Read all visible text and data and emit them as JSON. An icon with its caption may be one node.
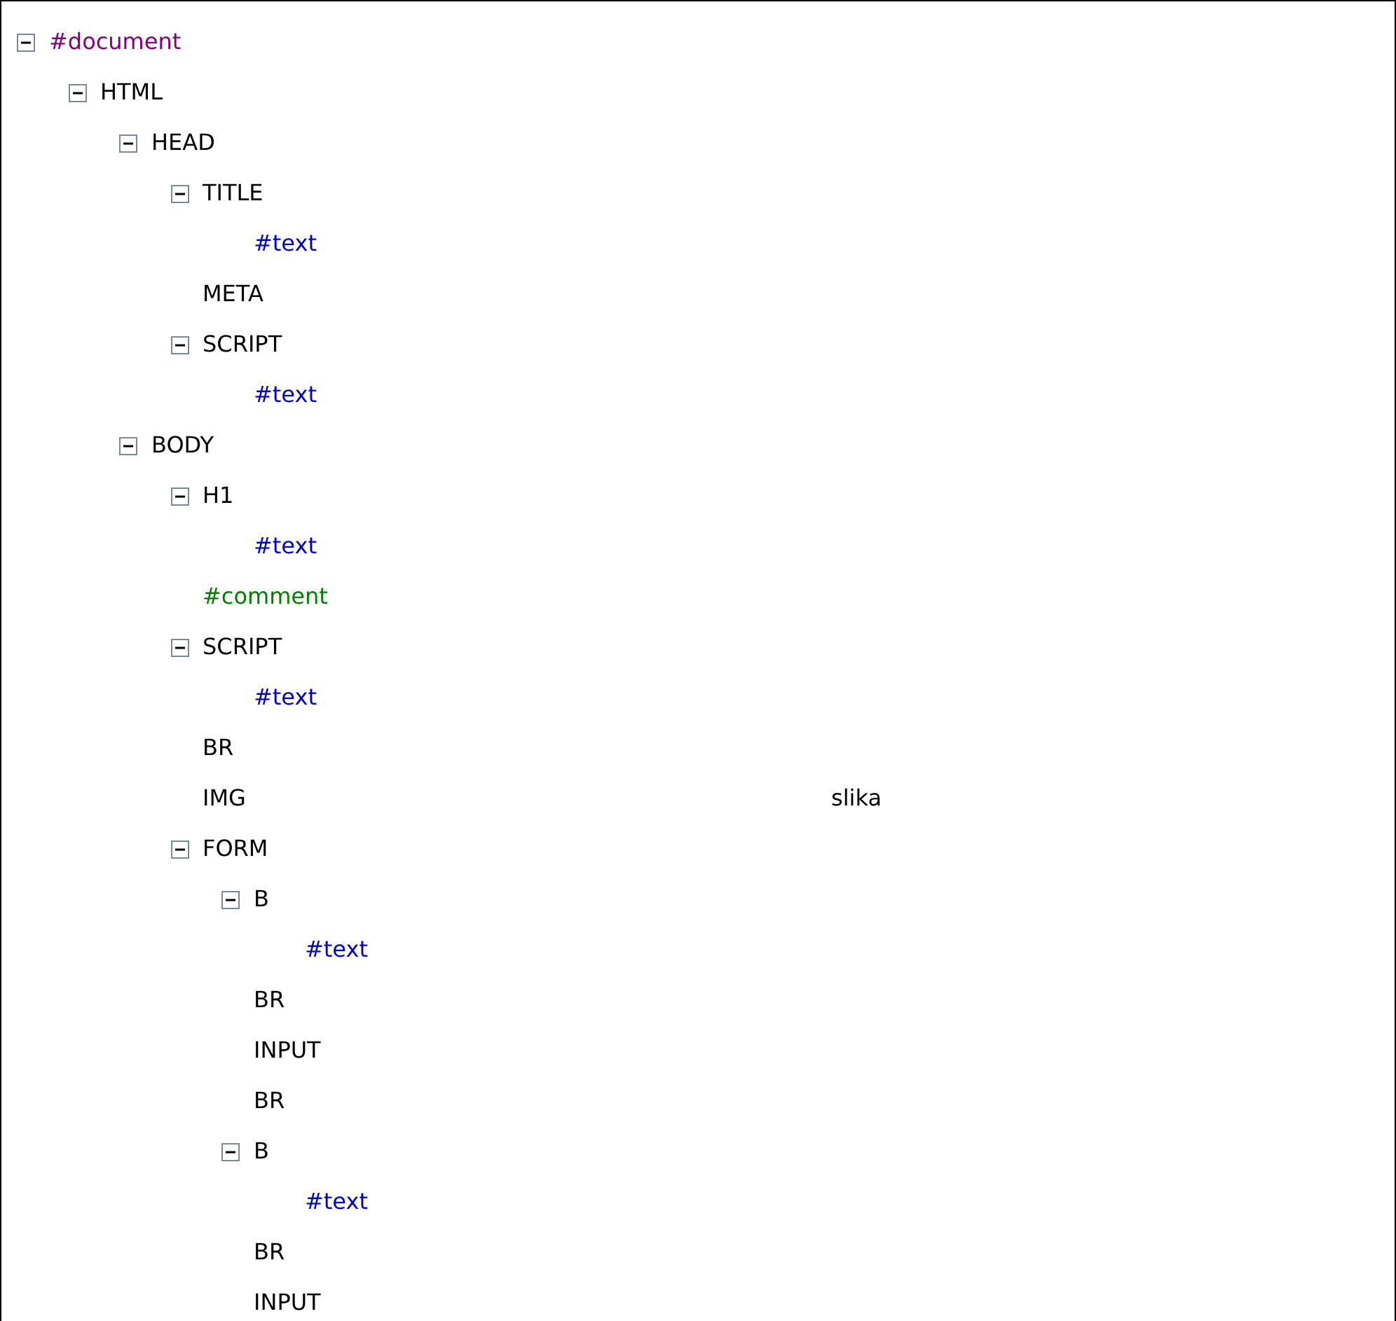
{
  "diagram": {
    "nodes": [
      {
        "text": [
          "#document"
        ]
      },
      {
        "text": [
          "HTML"
        ]
      },
      {
        "text": [
          "HEAD"
        ]
      },
      {
        "text": [
          "TITLE"
        ]
      },
      {
        "text": [
          "#text"
        ]
      },
      {
        "text": [
          "META"
        ]
      },
      {
        "text": [
          "SCRIPT"
        ]
      },
      {
        "text": [
          "#text"
        ]
      },
      {
        "text": [
          "BODY"
        ]
      },
      {
        "text": [
          "H1"
        ]
      },
      {
        "text": [
          "#text"
        ]
      },
      {
        "text": [
          "#comment"
        ]
      },
      {
        "text": [
          "SCRIPT"
        ]
      },
      {
        "text": [
          "#text"
        ]
      },
      {
        "text": [
          "BR"
        ]
      },
      {
        "text": [
          "IMG"
        ],
        "beside": [
          "slika"
        ]
      },
      {
        "text": [
          "FORM"
        ]
      },
      {
        "text": [
          "B"
        ]
      },
      {
        "text": [
          "#text"
        ]
      },
      {
        "text": [
          "BR"
        ]
      },
      {
        "text": [
          "INPUT"
        ]
      },
      {
        "text": [
          "BR"
        ]
      },
      {
        "text": [
          "B"
        ]
      },
      {
        "text": [
          "#text"
        ]
      },
      {
        "text": [
          "BR"
        ]
      },
      {
        "text": [
          "INPUT"
        ]
      }
    ]
  }
}
